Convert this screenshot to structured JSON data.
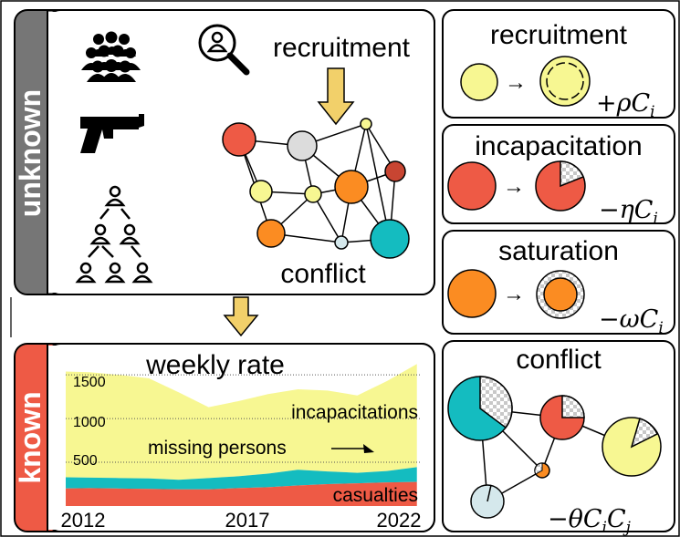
{
  "unknown_panel": {
    "side_label": "unknown",
    "recruitment_label": "recruitment",
    "conflict_label": "conflict",
    "icons": [
      "crowd-icon",
      "handgun-icon",
      "hierarchy-icon",
      "magnifier-person-icon"
    ]
  },
  "known_panel": {
    "side_label": "known",
    "title": "weekly rate",
    "y_ticks": [
      "1500",
      "1000",
      "500"
    ],
    "x_ticks": [
      "2012",
      "2017",
      "2022"
    ],
    "series_labels": {
      "incapacitations": "incapacitations",
      "missing": "missing persons",
      "casualties": "casualties"
    }
  },
  "mechanisms": [
    {
      "title": "recruitment",
      "formula": "+ρC",
      "sub": "i"
    },
    {
      "title": "incapacitation",
      "formula": "−ηC",
      "sub": "i"
    },
    {
      "title": "saturation",
      "formula": "−ωC",
      "sub": "i"
    },
    {
      "title": "conflict",
      "formula": "−θC",
      "sub": "i",
      "formula2": "C",
      "sub2": "j"
    }
  ],
  "colors": {
    "unknown_tab": "#767676",
    "known_tab": "#ee5a45",
    "yellow": "#f7f792",
    "red": "#ee5a45",
    "orange": "#fb8c22",
    "teal": "#14bcc0",
    "light_blue": "#d5e8ec",
    "gray": "#dcdcdc",
    "arrow": "#f2d06a",
    "dark_red": "#c84532"
  },
  "chart_data": {
    "type": "area",
    "x": [
      2011,
      2012,
      2013,
      2014,
      2015,
      2016,
      2017,
      2018,
      2019,
      2020,
      2021,
      2022,
      2023
    ],
    "xlim": [
      2011.2,
      2023.1
    ],
    "ylim": [
      0,
      1700
    ],
    "series": [
      {
        "name": "casualties",
        "values": [
          200,
          205,
          200,
          195,
          190,
          190,
          205,
          215,
          235,
          250,
          260,
          270,
          275
        ]
      },
      {
        "name": "missing persons",
        "values": [
          130,
          120,
          120,
          120,
          110,
          130,
          135,
          155,
          180,
          145,
          120,
          130,
          170
        ]
      },
      {
        "name": "incapacitations",
        "values": [
          1210,
          1205,
          1180,
          1145,
          1000,
          810,
          860,
          910,
          920,
          925,
          885,
          1030,
          1180
        ]
      }
    ]
  }
}
